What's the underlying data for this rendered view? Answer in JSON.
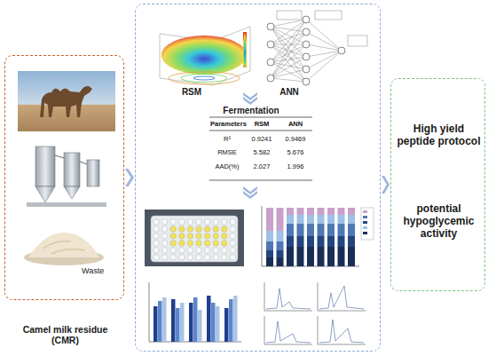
{
  "diagram": {
    "nodes": [
      {
        "text": [
          "Waste",
          "Camel milk residue (CMR)"
        ]
      },
      {
        "text": [
          "RSM",
          "ANN",
          "Fermentation"
        ]
      },
      {
        "text": [
          "High yield peptide protocol",
          "potential hypoglycemic activity"
        ]
      }
    ],
    "edges": [
      {
        "from": 0,
        "to": 1,
        "arrow": "to"
      },
      {
        "from": 1,
        "to": 2,
        "arrow": "to"
      }
    ],
    "labels": [
      "Parameters",
      "RSM",
      "ANN",
      "R²",
      "0.9241",
      "0.9469",
      "RMSE",
      "5.582",
      "5.676",
      "AAD(%)",
      "2.027",
      "1.996"
    ]
  }
}
